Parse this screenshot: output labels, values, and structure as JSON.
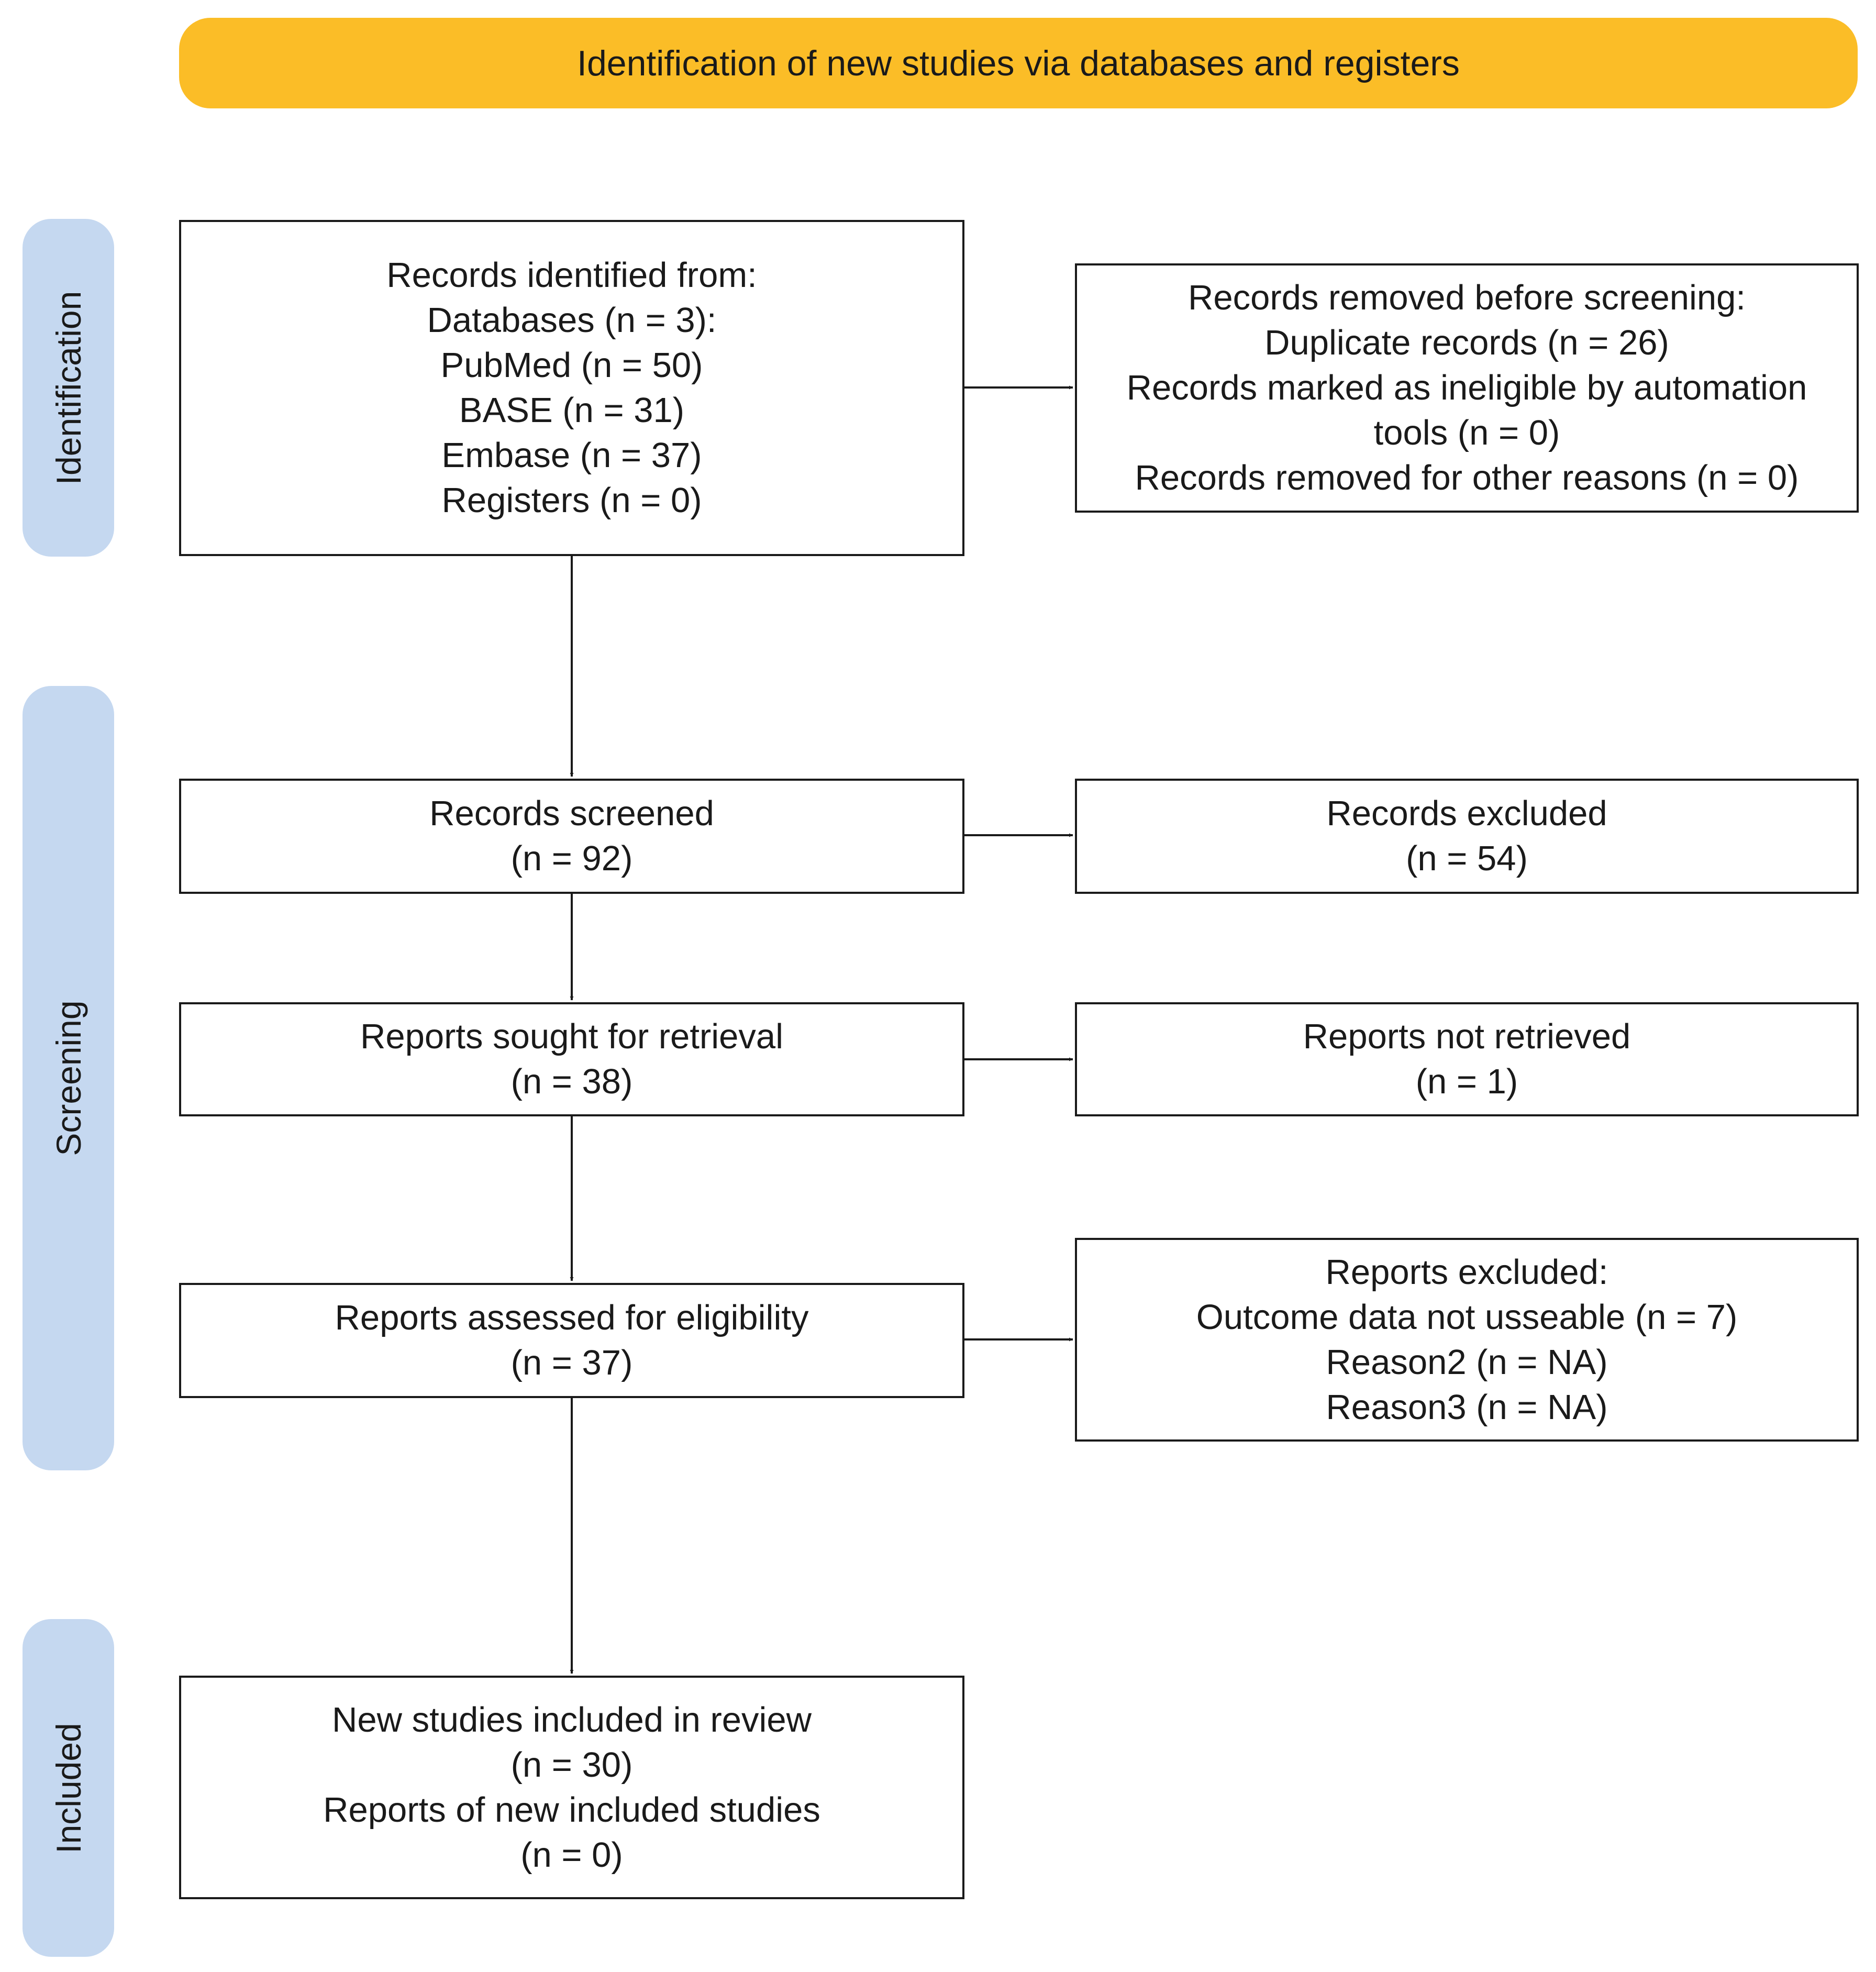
{
  "header": {
    "title": "Identification of new studies via databases and registers"
  },
  "phases": {
    "identification": "Identification",
    "screening": "Screening",
    "included": "Included"
  },
  "boxes": {
    "records_identified": [
      "Records identified from:",
      "Databases (n = 3):",
      "PubMed (n = 50)",
      "BASE (n = 31)",
      "Embase (n = 37)",
      "Registers (n = 0)"
    ],
    "records_removed": [
      "Records removed before screening:",
      "Duplicate records (n = 26)",
      "Records marked as ineligible by automation",
      "tools (n = 0)",
      "Records removed for other reasons (n = 0)"
    ],
    "records_screened": [
      "Records screened",
      "(n = 92)"
    ],
    "records_excluded": [
      "Records excluded",
      "(n = 54)"
    ],
    "reports_sought": [
      "Reports sought for retrieval",
      "(n = 38)"
    ],
    "reports_not_retrieved": [
      "Reports not retrieved",
      "(n = 1)"
    ],
    "reports_assessed": [
      "Reports assessed for eligibility",
      "(n = 37)"
    ],
    "reports_excluded": [
      "Reports excluded:",
      "Outcome data not usseable (n = 7)",
      "Reason2 (n = NA)",
      "Reason3 (n = NA)"
    ],
    "studies_included": [
      "New studies included in review",
      "(n = 30)",
      "Reports of new included studies",
      "(n = 0)"
    ]
  },
  "colors": {
    "header": "#fbbd27",
    "phase": "#c5d8f0",
    "line": "#1a1a1a"
  }
}
